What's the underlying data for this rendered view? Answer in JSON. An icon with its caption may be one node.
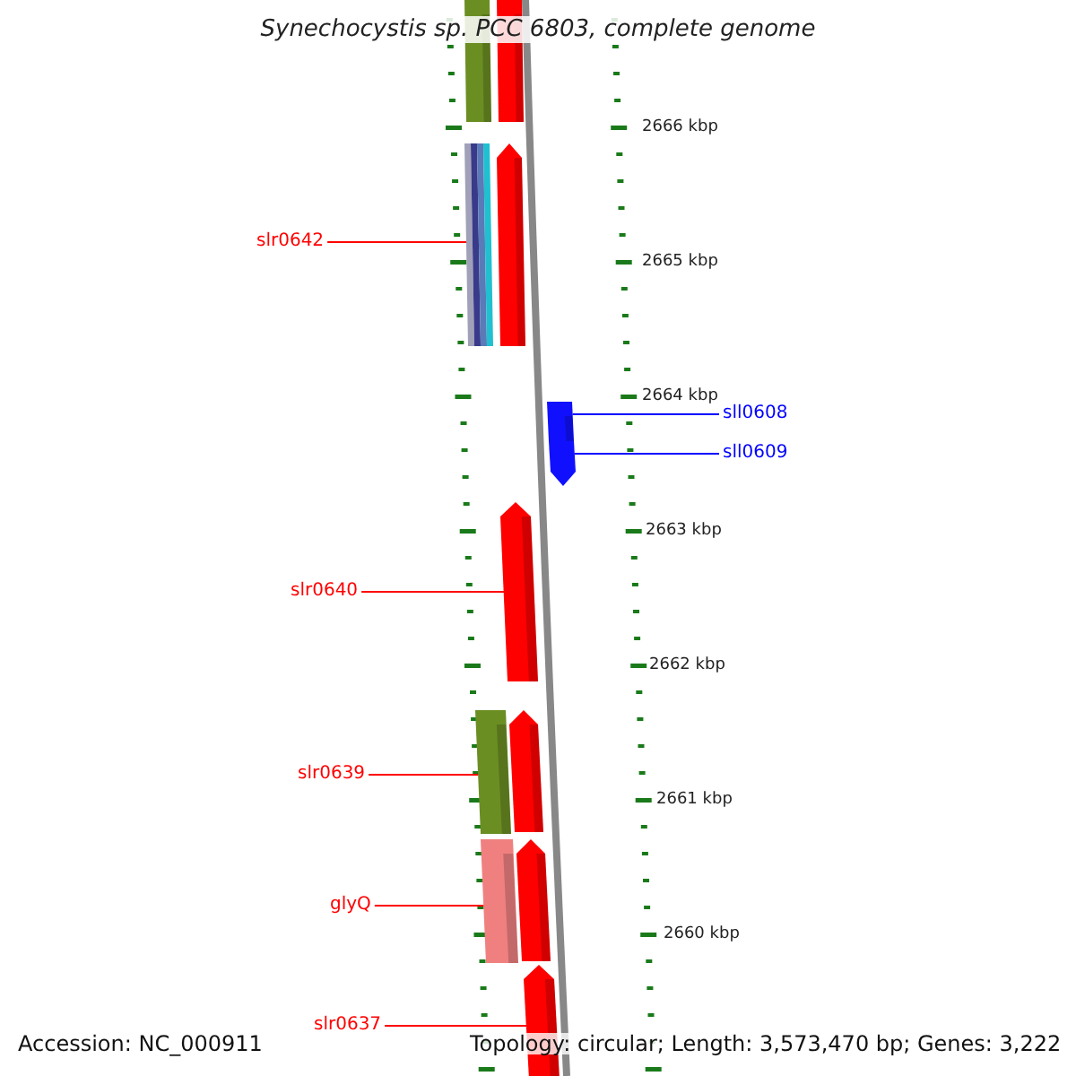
{
  "diagram": {
    "title": "Synechocystis sp. PCC 6803, complete genome",
    "nodes": [
      {
        "text": [],
        "shape": "bar"
      },
      {
        "text": [],
        "shape": "bar"
      },
      {
        "text": [],
        "shape": "bar"
      },
      {
        "text": [],
        "shape": "bar"
      },
      {
        "text": [
          "slr0642"
        ]
      },
      {
        "text": [
          "sll0608"
        ]
      },
      {
        "text": [],
        "shape": "bar"
      },
      {
        "text": [
          "sll0609"
        ]
      },
      {
        "text": [],
        "shape": "bar"
      },
      {
        "text": [],
        "shape": "bar"
      },
      {
        "text": [
          "slr0640"
        ]
      },
      {
        "text": [],
        "shape": "bar"
      },
      {
        "text": [],
        "shape": "bar"
      },
      {
        "text": [
          "slr0639"
        ]
      },
      {
        "text": [],
        "shape": "bar"
      },
      {
        "text": [],
        "shape": "bar"
      },
      {
        "text": [
          "glyQ"
        ]
      },
      {
        "text": [],
        "shape": "bar"
      },
      {
        "text": [
          "slr0637"
        ]
      }
    ],
    "edges": [
      {
        "from": 4,
        "to": 2,
        "arrow": "none"
      },
      {
        "from": 5,
        "to": 6,
        "arrow": "none",
        "color": "#0000ff"
      },
      {
        "from": 7,
        "to": 8,
        "arrow": "none",
        "color": "#0000ff"
      },
      {
        "from": 10,
        "to": 9,
        "arrow": "none"
      },
      {
        "from": 13,
        "to": 11,
        "arrow": "none"
      },
      {
        "from": 16,
        "to": 14,
        "arrow": "none"
      },
      {
        "from": 18,
        "to": 17,
        "arrow": "none"
      }
    ],
    "labels": [
      "2666 kbp",
      "2665 kbp",
      "2664 kbp",
      "2663 kbp",
      "2662 kbp",
      "2661 kbp",
      "2660 kbp",
      "Accession: NC_000911",
      "Topology: circular; Length: 3,573,470 bp; Genes: 3,222"
    ]
  }
}
